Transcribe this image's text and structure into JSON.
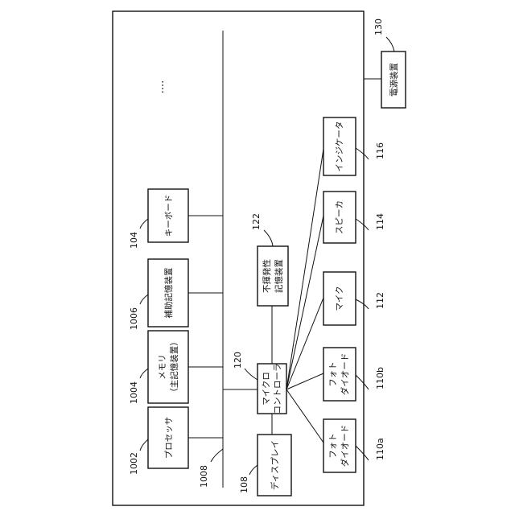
{
  "ellipsis": "....",
  "bus": {
    "ref": "1008"
  },
  "power": {
    "ref": "130",
    "label": "電源装置"
  },
  "cpu": {
    "ref": "1002",
    "label": "プロセッサ"
  },
  "memory": {
    "ref": "1004",
    "line1": "メモリ",
    "line2": "（主記憶装置）"
  },
  "storage": {
    "ref": "1006",
    "label": "補助記憶装置"
  },
  "keyboard": {
    "ref": "104",
    "label": "キーボード"
  },
  "display": {
    "ref": "108",
    "label": "ディスプレイ"
  },
  "mcu": {
    "ref": "120",
    "line1": "マイクロ",
    "line2": "コントローラ"
  },
  "nvm": {
    "ref": "122",
    "line1": "不揮発性",
    "line2": "記憶装置"
  },
  "pd_a": {
    "ref": "110a",
    "line1": "フォト",
    "line2": "ダイオード"
  },
  "pd_b": {
    "ref": "110b",
    "line1": "フォト",
    "line2": "ダイオード"
  },
  "mic": {
    "ref": "112",
    "label": "マイク"
  },
  "speaker": {
    "ref": "114",
    "label": "スピーカ"
  },
  "indicator": {
    "ref": "116",
    "label": "インジケータ"
  }
}
